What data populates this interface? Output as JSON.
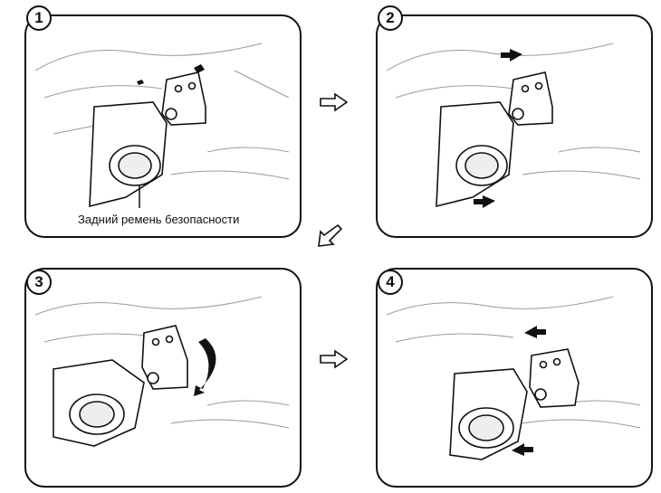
{
  "steps": [
    {
      "number": "1",
      "caption": "Задний ремень безопасности"
    },
    {
      "number": "2",
      "caption": ""
    },
    {
      "number": "3",
      "caption": ""
    },
    {
      "number": "4",
      "caption": ""
    }
  ],
  "colors": {
    "ink": "#111111",
    "sketch": "#888888",
    "paper": "#ffffff"
  }
}
